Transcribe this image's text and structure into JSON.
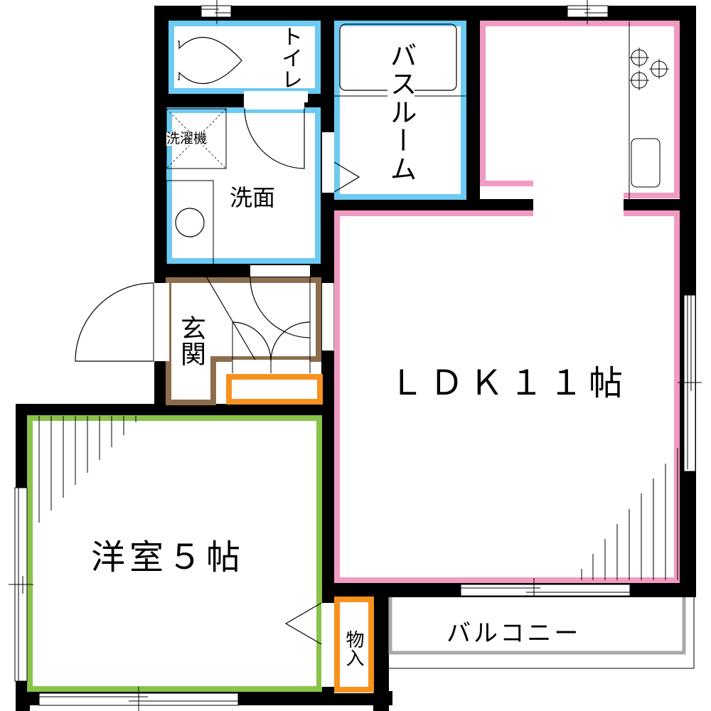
{
  "floor_plan": {
    "colors": {
      "wall": "#000000",
      "wet_area": "#6dcaf2",
      "ldk": "#f09bc2",
      "bedroom": "#8bc34a",
      "entrance": "#8c6e4e",
      "storage": "#f7921e",
      "balcony": "#a7a9ac",
      "background": "#ffffff"
    },
    "rooms": {
      "toilet": {
        "label": "トイレ"
      },
      "bathroom": {
        "label": "バスルーム"
      },
      "washroom": {
        "label": "洗面"
      },
      "washing_machine": {
        "label": "洗濯機"
      },
      "entrance": {
        "label": "玄関"
      },
      "ldk": {
        "label": "ＬＤＫ１１帖"
      },
      "western_room": {
        "label": "洋室５帖"
      },
      "storage": {
        "label": "物入"
      },
      "balcony": {
        "label": "バルコニー"
      }
    }
  }
}
